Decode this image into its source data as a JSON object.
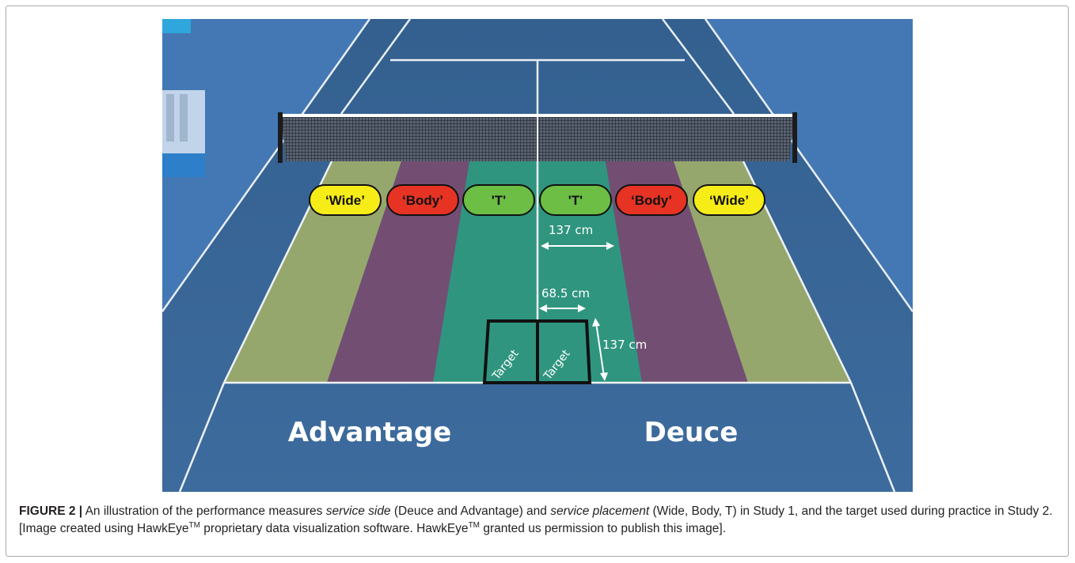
{
  "figure": {
    "zone_labels": {
      "adv_wide": "‘Wide’",
      "adv_body": "‘Body’",
      "adv_t": "'T'",
      "deuce_t": "'T'",
      "deuce_body": "‘Body’",
      "deuce_wide": "‘Wide’"
    },
    "measurements": {
      "zone_width": "137 cm",
      "half_target_width": "68.5 cm",
      "target_depth": "137 cm"
    },
    "targets": [
      "Target",
      "Target"
    ],
    "sides": {
      "advantage": "Advantage",
      "deuce": "Deuce"
    },
    "colors": {
      "court": "#3a6596",
      "outer_court": "#4478b5",
      "wide_zone": "#a7b366",
      "body_zone": "#7e4a6c",
      "t_zone": "#2f9e7a",
      "pill_wide": "#f6ec18",
      "pill_body": "#e63323",
      "pill_t": "#6cbe45"
    }
  },
  "caption": {
    "label": "FIGURE 2 |",
    "text_1": " An illustration of the performance measures ",
    "term_1": "service side",
    "text_2": " (Deuce and Advantage) and ",
    "term_2": "service placement",
    "text_3": " (Wide, Body, T) in Study 1, and the target used during practice in Study 2. [Image created using HawkEye",
    "tm_1": "TM",
    "text_4": " proprietary data visualization software. HawkEye",
    "tm_2": "TM",
    "text_5": " granted us permission to publish this image]."
  }
}
